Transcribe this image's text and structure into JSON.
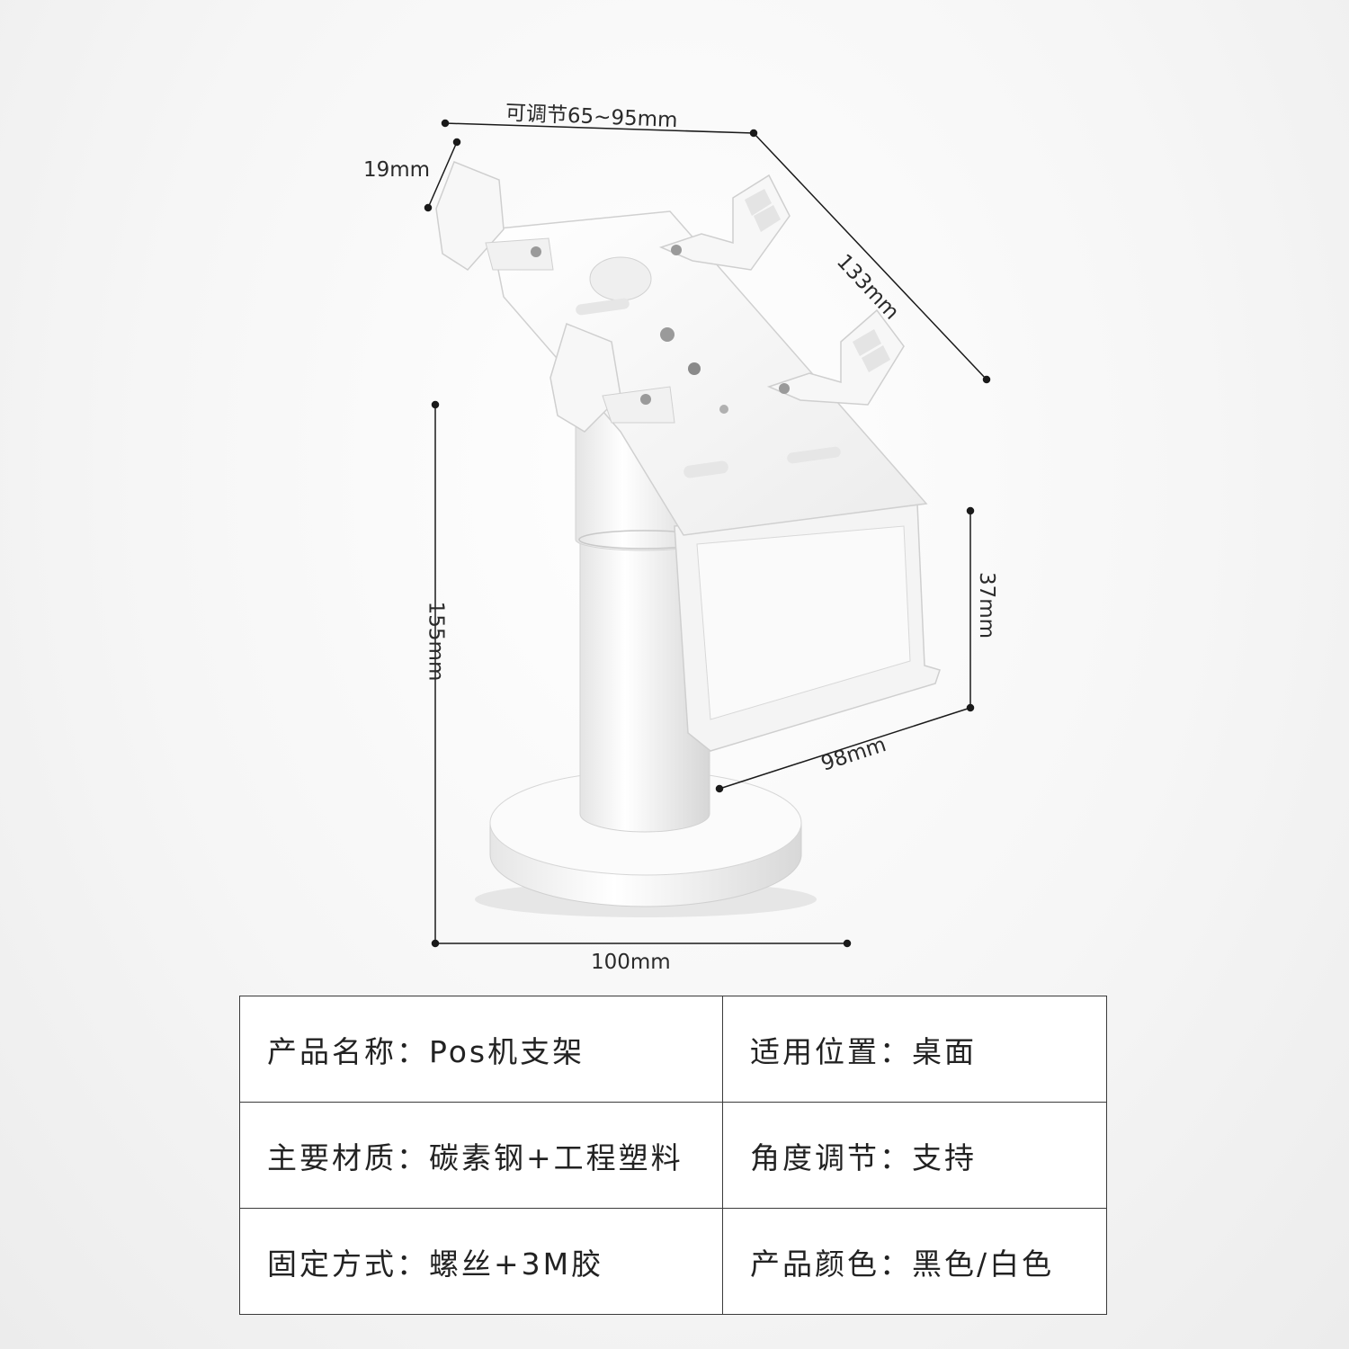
{
  "dimensions": {
    "adjustable_width": "可调节65~95mm",
    "clamp_width": "19mm",
    "plate_length": "133mm",
    "height": "155mm",
    "hook_height": "37mm",
    "hook_width": "98mm",
    "base_diameter": "100mm"
  },
  "specs": [
    {
      "left": "产品名称：Pos机支架",
      "right": "适用位置：桌面"
    },
    {
      "left": "主要材质：碳素钢+工程塑料",
      "right": "角度调节：支持"
    },
    {
      "left": "固定方式：螺丝+3M胶",
      "right": "产品颜色：黑色/白色"
    }
  ],
  "colors": {
    "product": "#ffffff",
    "shade": "#dcdcdc",
    "line": "#1a1a1a"
  }
}
